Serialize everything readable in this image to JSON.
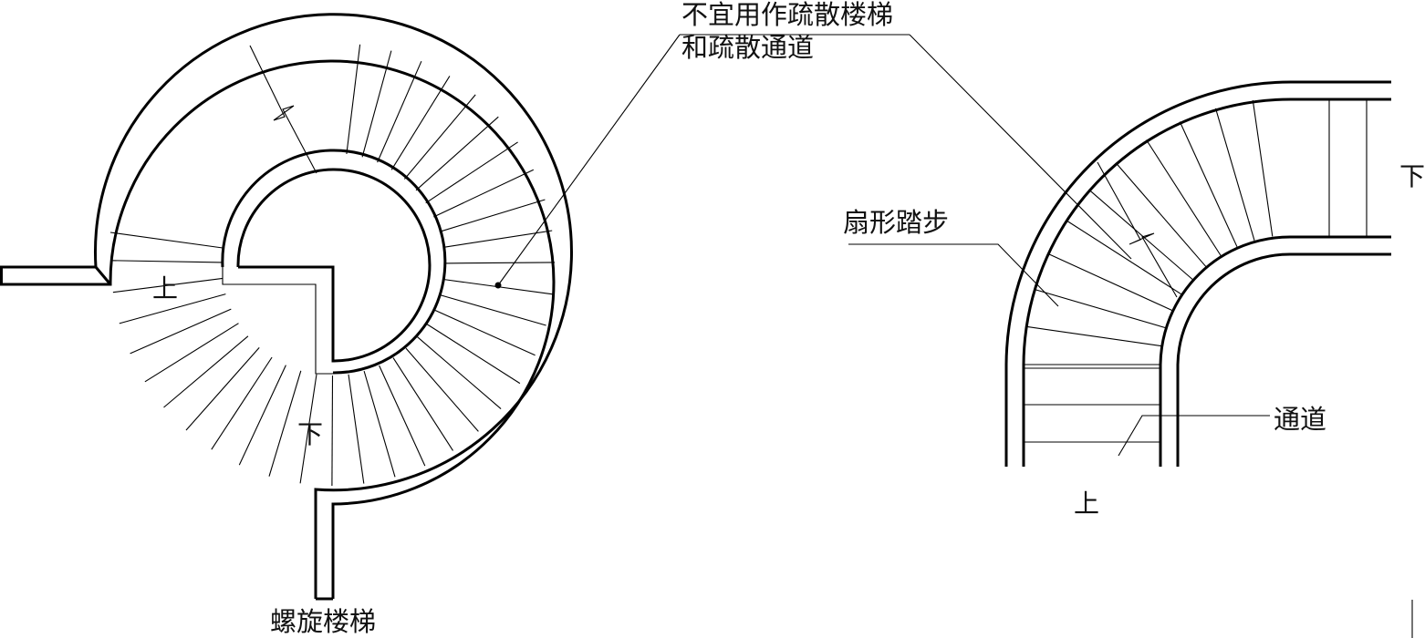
{
  "labels": {
    "note_line1": "不宜用作疏散楼梯",
    "note_line2": "和疏散通道",
    "spiral_title": "螺旋楼梯",
    "spiral_up": "上",
    "spiral_down": "下",
    "fan_steps": "扇形踏步",
    "passage": "通道",
    "curved_up": "上",
    "curved_down": "下"
  }
}
